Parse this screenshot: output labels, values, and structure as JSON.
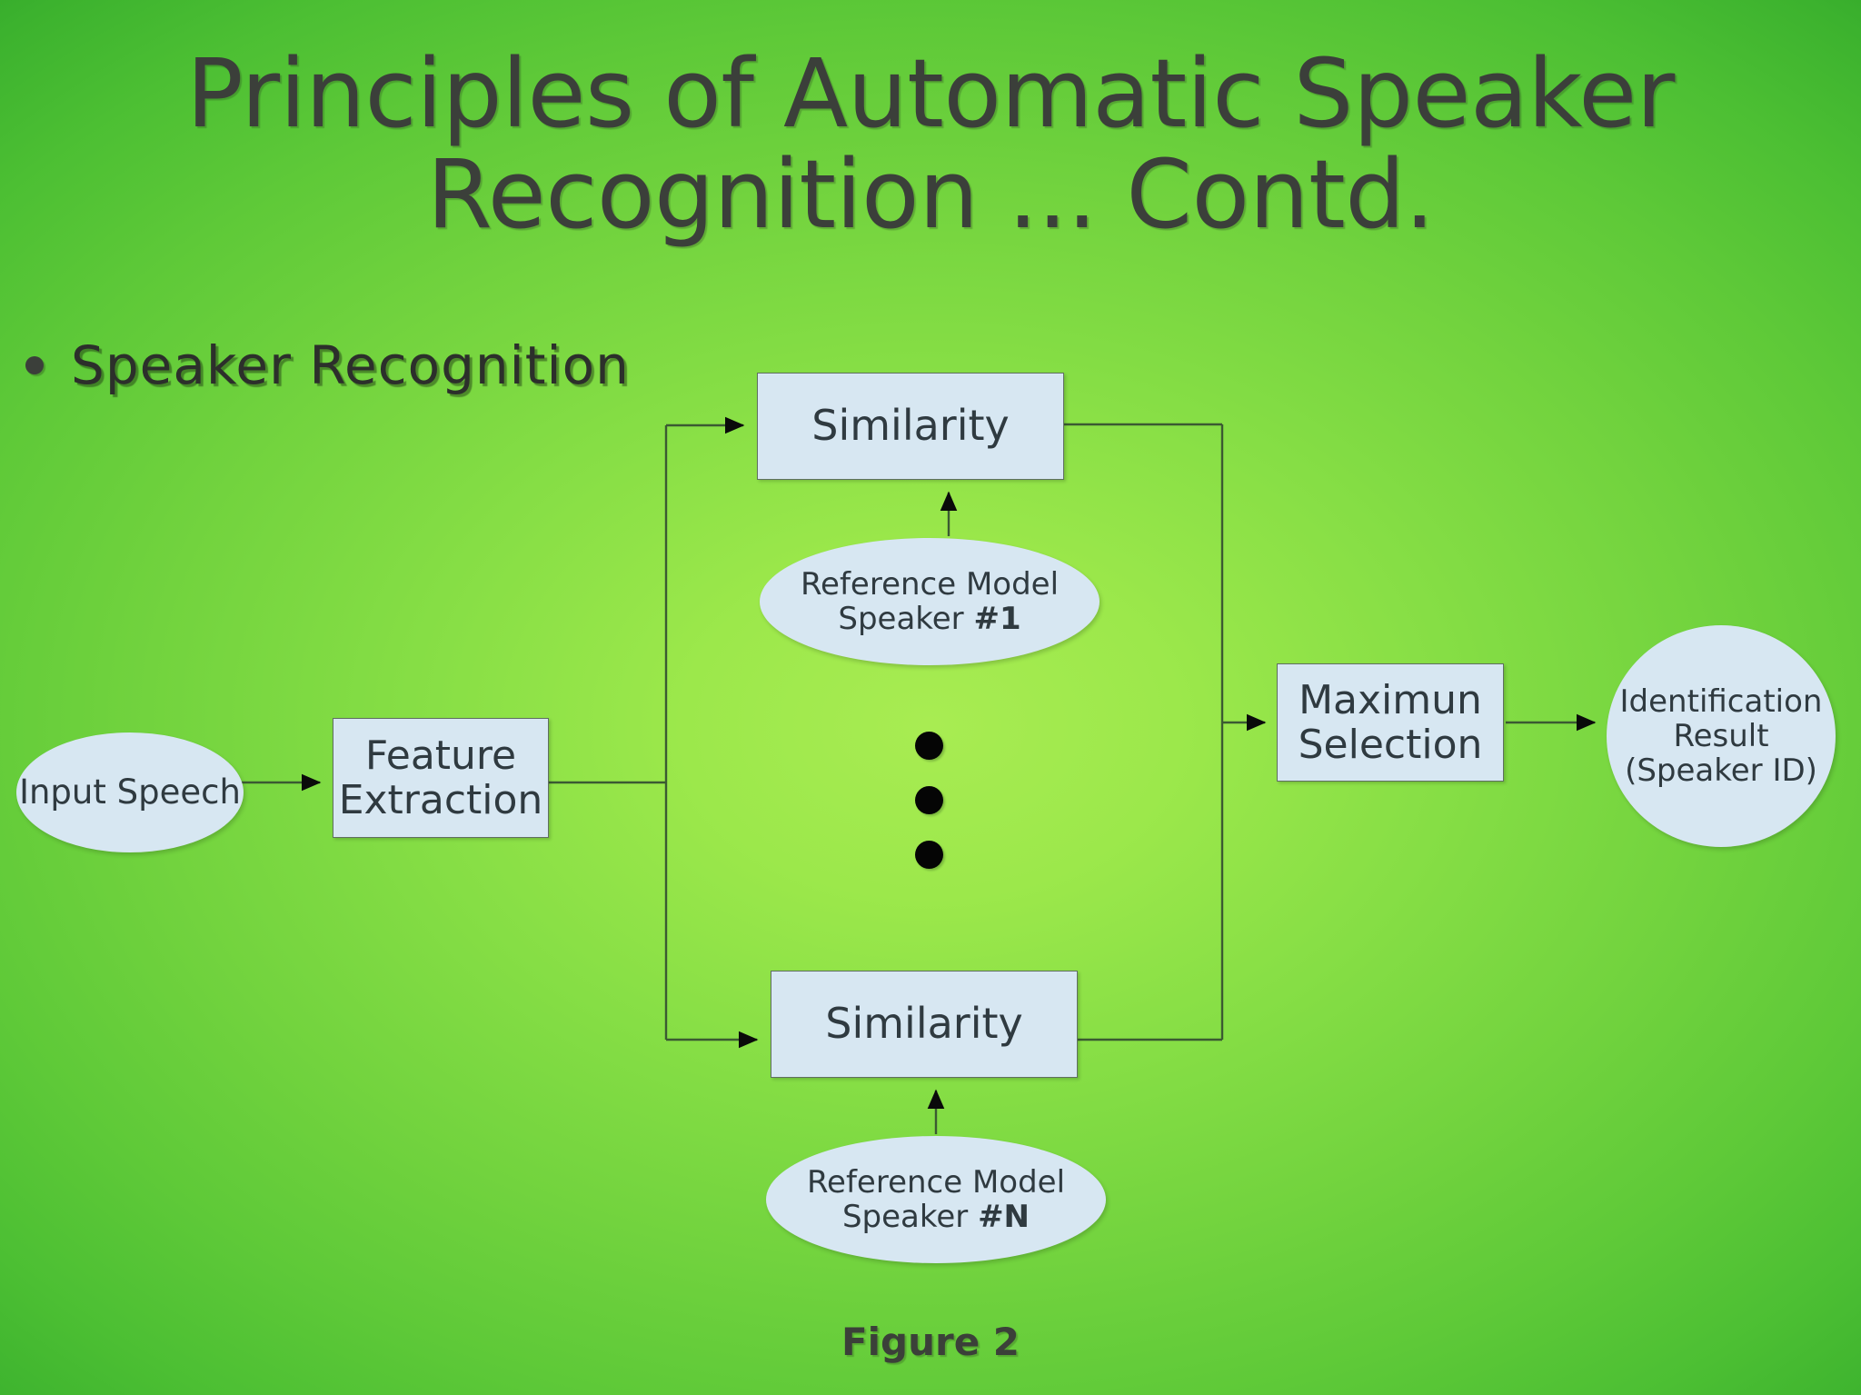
{
  "slide": {
    "title": "Principles of Automatic Speaker Recognition ... Contd.",
    "bullet": "Speaker Recognition",
    "figure_caption": "Figure 2",
    "background_center_color": "#a8ec52",
    "background_edge_color": "#33a82a",
    "node_fill_color": "#d7e7f2",
    "node_text_color": "#2f3a40",
    "title_color": "#3b3f3a"
  },
  "diagram": {
    "type": "flowchart",
    "nodes": [
      {
        "id": "input-speech",
        "label": "Input Speech",
        "shape": "ellipse"
      },
      {
        "id": "feature-extraction",
        "label_line1": "Feature",
        "label_line2": "Extraction",
        "shape": "rect"
      },
      {
        "id": "similarity-top",
        "label": "Similarity",
        "shape": "rect"
      },
      {
        "id": "similarity-bottom",
        "label": "Similarity",
        "shape": "rect"
      },
      {
        "id": "ref-model-1",
        "label_line1": "Reference Model",
        "label_line2_prefix": "Speaker ",
        "label_line2_bold": "#1",
        "shape": "ellipse"
      },
      {
        "id": "ref-model-n",
        "label_line1": "Reference Model",
        "label_line2_prefix": "Speaker ",
        "label_line2_bold": "#N",
        "shape": "ellipse"
      },
      {
        "id": "maximum-selection",
        "label_line1": "Maximun",
        "label_line2": "Selection",
        "shape": "rect"
      },
      {
        "id": "identification-result",
        "label_line1": "Identification",
        "label_line2": "Result",
        "label_line3": "(Speaker ID)",
        "shape": "ellipse"
      }
    ],
    "ellipsis_dots": 3,
    "edges": [
      {
        "from": "input-speech",
        "to": "feature-extraction"
      },
      {
        "from": "feature-extraction",
        "to": "similarity-top"
      },
      {
        "from": "feature-extraction",
        "to": "similarity-bottom"
      },
      {
        "from": "ref-model-1",
        "to": "similarity-top"
      },
      {
        "from": "ref-model-n",
        "to": "similarity-bottom"
      },
      {
        "from": "similarity-top",
        "to": "maximum-selection"
      },
      {
        "from": "similarity-bottom",
        "to": "maximum-selection"
      },
      {
        "from": "maximum-selection",
        "to": "identification-result"
      }
    ]
  }
}
